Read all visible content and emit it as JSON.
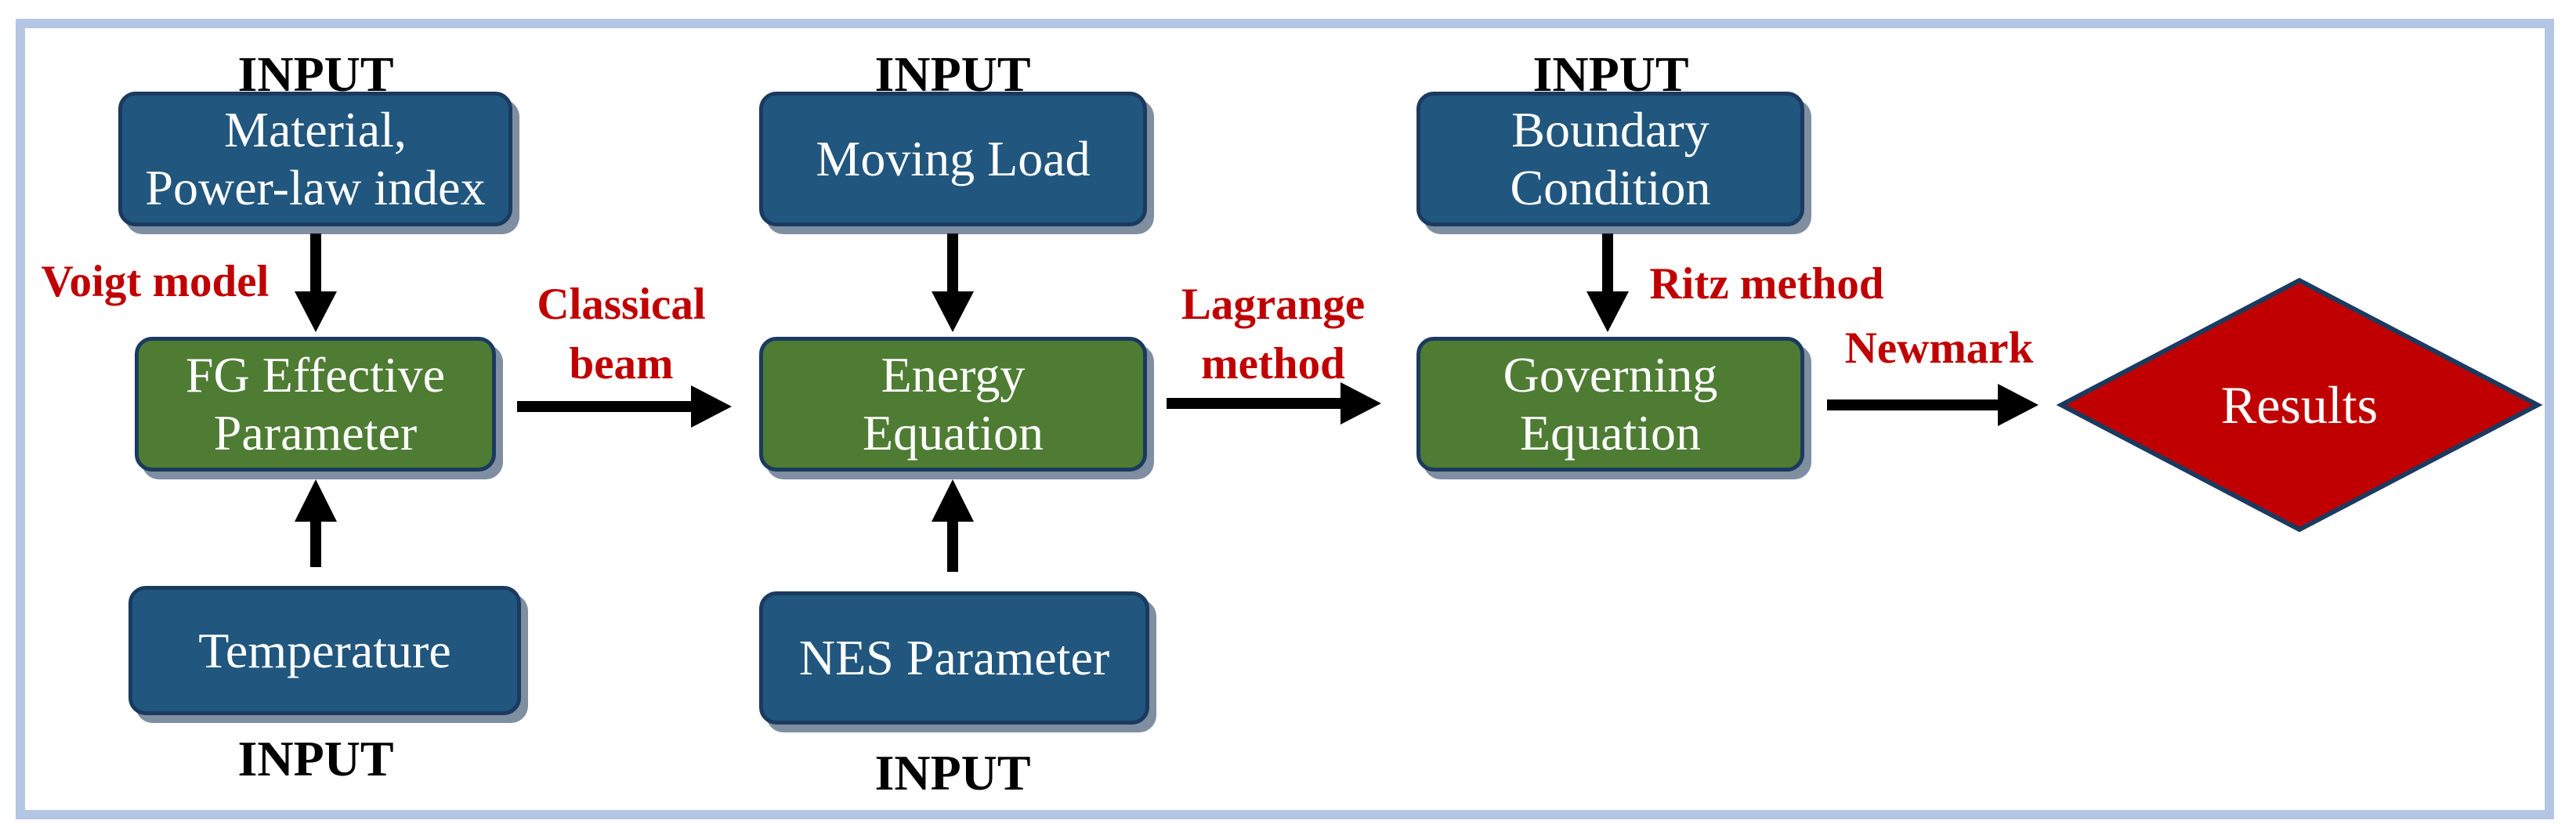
{
  "diagram": {
    "type": "flowchart",
    "description": "Solution procedure flowchart: inputs feed FG beam formulation through to results"
  },
  "nodes": {
    "material": "Material,\nPower-law index",
    "moving_load": "Moving Load",
    "boundary_condition": "Boundary\nCondition",
    "fg_effective_parameter": "FG Effective\nParameter",
    "energy_equation": "Energy\nEquation",
    "governing_equation": "Governing\nEquation",
    "temperature": "Temperature",
    "nes_parameter": "NES Parameter",
    "results": "Results"
  },
  "input_labels": {
    "material": "INPUT",
    "moving_load": "INPUT",
    "boundary_condition": "INPUT",
    "temperature": "INPUT",
    "nes_parameter": "INPUT"
  },
  "edge_labels": {
    "voigt_model": "Voigt model",
    "classical_beam": "Classical\nbeam",
    "lagrange_method": "Lagrange\nmethod",
    "ritz_method": "Ritz method",
    "newmark": "Newmark"
  },
  "colors": {
    "input_node_fill": "#21567E",
    "process_node_fill": "#4E7C33",
    "results_diamond_fill": "#C00000",
    "node_border": "#1B3A5F",
    "node_text": "#FFFFFF",
    "edge_label_text": "#C00000",
    "input_label_text": "#000000",
    "arrow": "#000000",
    "frame_border": "#B4C6E4",
    "background": "#FFFFFF"
  }
}
